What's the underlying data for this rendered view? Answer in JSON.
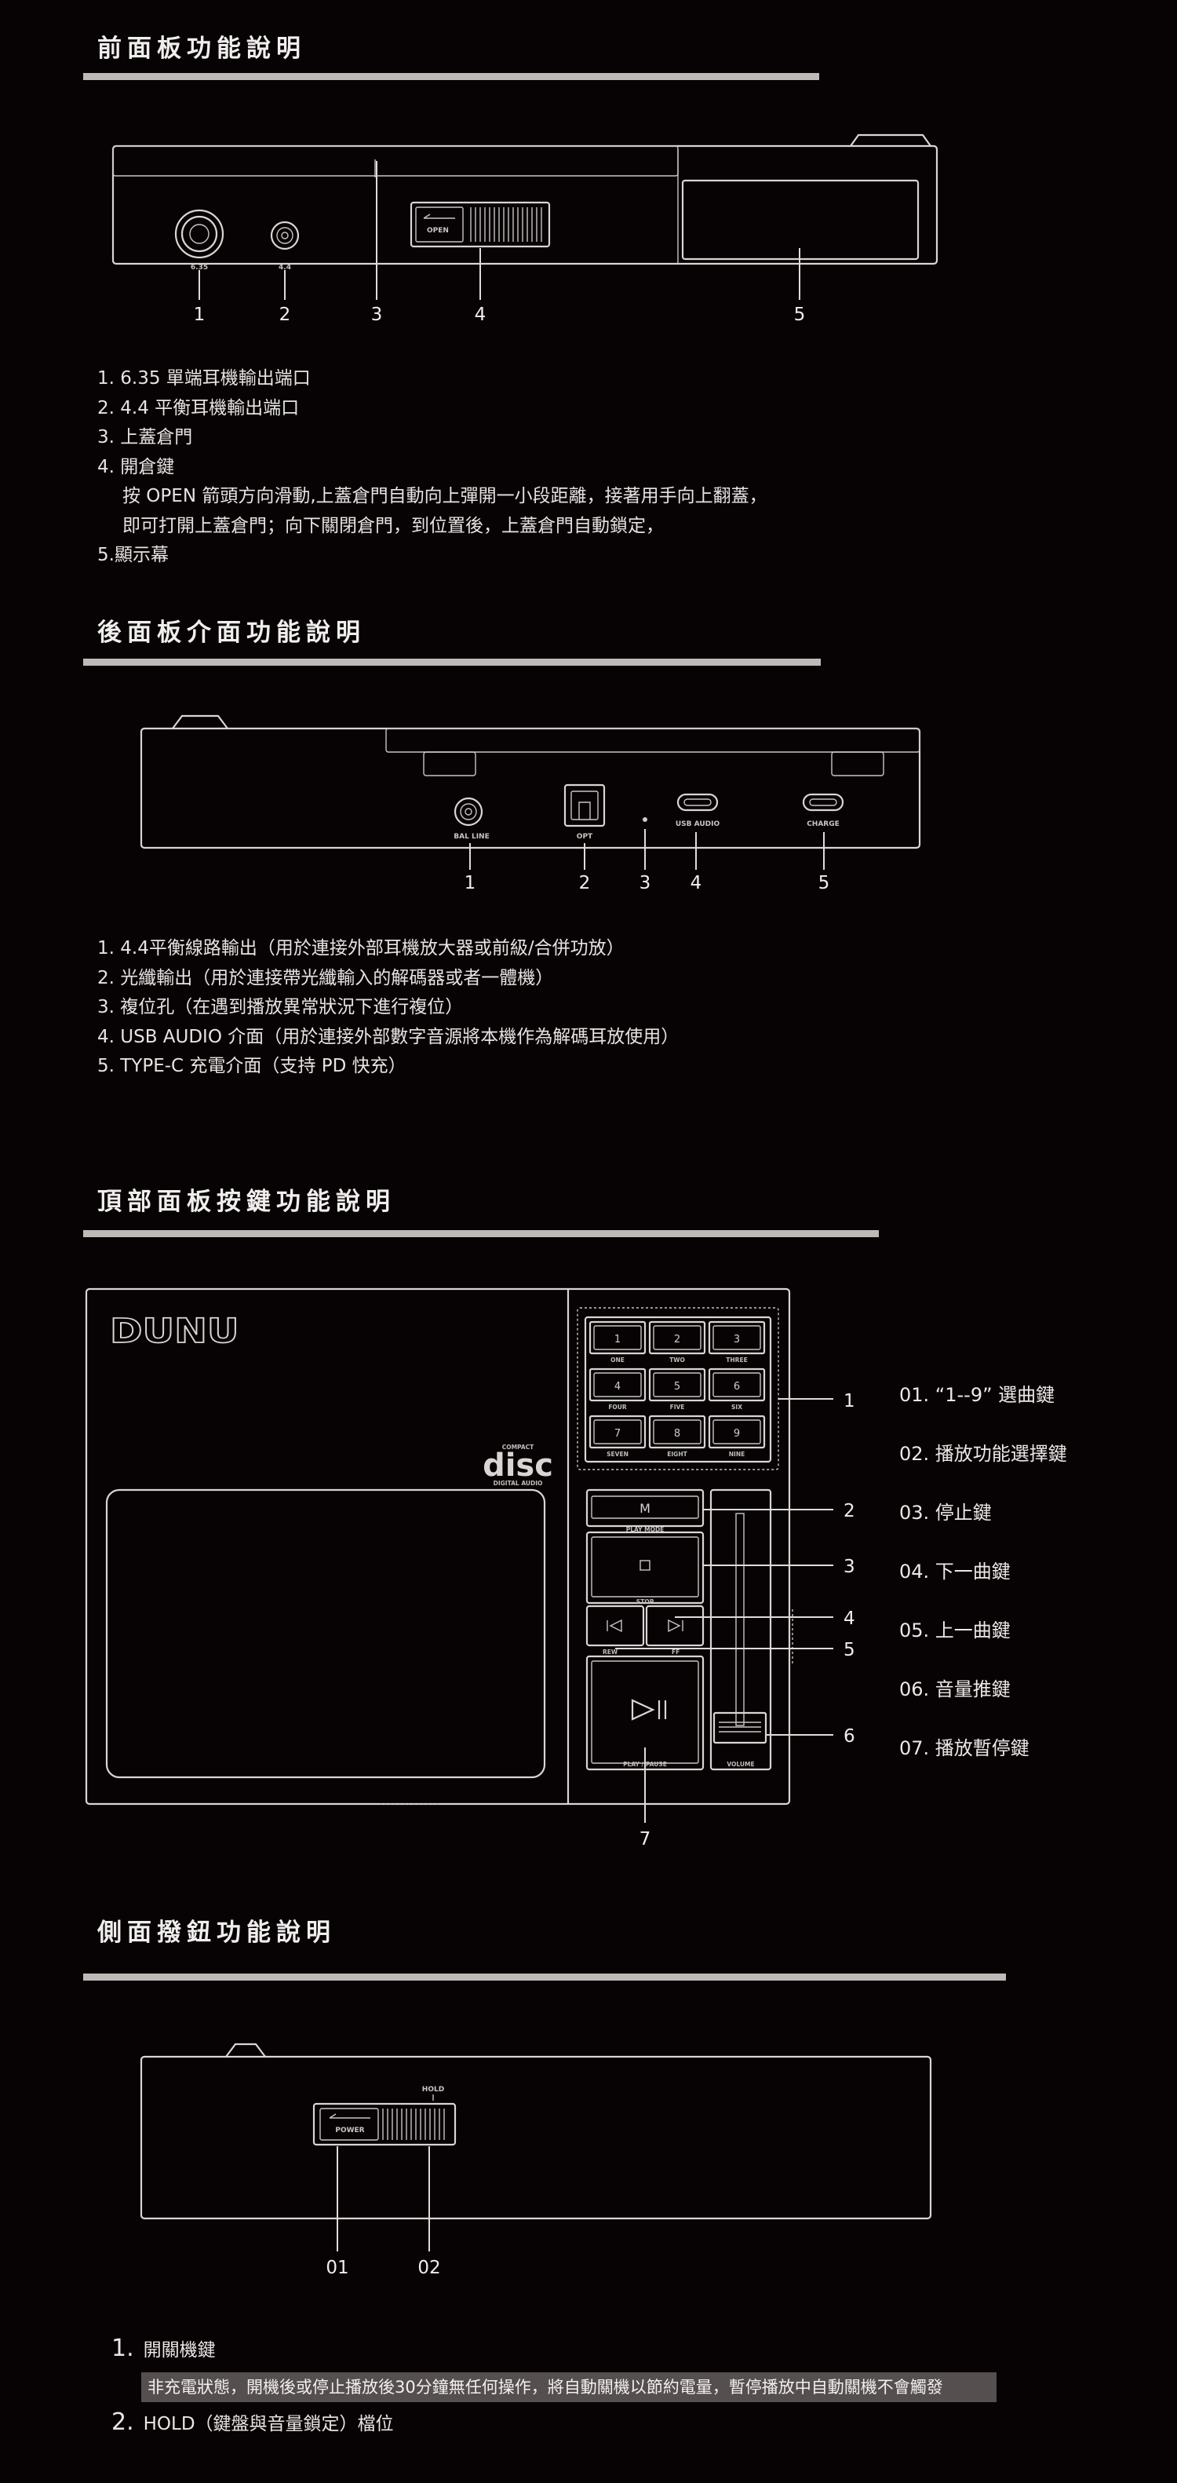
{
  "front": {
    "title": "前面板功能說明",
    "device_labels": {
      "jack_635": "6.35",
      "jack_44": "4.4",
      "open": "OPEN"
    },
    "callouts": [
      "1",
      "2",
      "3",
      "4",
      "5"
    ],
    "items": [
      "1. 6.35 單端耳機輸出端口",
      "2. 4.4 平衡耳機輸出端口",
      "3. 上蓋倉門",
      "4. 開倉鍵",
      "按 OPEN 箭頭方向滑動,上蓋倉門自動向上彈開一小段距離，接著用手向上翻蓋，",
      "即可打開上蓋倉門；向下關閉倉門，到位置後，上蓋倉門自動鎖定，",
      "5.顯示幕"
    ]
  },
  "rear": {
    "title": "後面板介面功能說明",
    "device_labels": {
      "bal_line": "BAL LINE",
      "opt": "OPT",
      "usb_audio": "USB AUDIO",
      "charge": "CHARGE"
    },
    "callouts": [
      "1",
      "2",
      "3",
      "4",
      "5"
    ],
    "items": [
      "1. 4.4平衡線路輸出（用於連接外部耳機放大器或前級/合併功放）",
      "2. 光纖輸出（用於連接帶光纖輸入的解碼器或者一體機）",
      "3. 複位孔（在遇到播放異常狀況下進行複位）",
      "4. USB AUDIO 介面（用於連接外部數字音源將本機作為解碼耳放使用）",
      "5. TYPE-C 充電介面（支持 PD 快充）"
    ]
  },
  "top": {
    "title": "頂部面板按鍵功能說明",
    "brand_logo": "DUNU",
    "disc_logo": {
      "top": "COMPACT",
      "main": "disc",
      "sub": "DIGITAL AUDIO"
    },
    "keypad": [
      {
        "digit": "1",
        "word": "ONE"
      },
      {
        "digit": "2",
        "word": "TWO"
      },
      {
        "digit": "3",
        "word": "THREE"
      },
      {
        "digit": "4",
        "word": "FOUR"
      },
      {
        "digit": "5",
        "word": "FIVE"
      },
      {
        "digit": "6",
        "word": "SIX"
      },
      {
        "digit": "7",
        "word": "SEVEN"
      },
      {
        "digit": "8",
        "word": "EIGHT"
      },
      {
        "digit": "9",
        "word": "NINE"
      }
    ],
    "buttons": {
      "mode": "M",
      "play_mode": "PLAY MODE",
      "stop": "STOP",
      "rew": "REW",
      "ff": "FF",
      "play_pause": "PLAY / PAUSE",
      "volume": "VOLUME"
    },
    "callouts": [
      "1",
      "2",
      "3",
      "4",
      "5",
      "6",
      "7"
    ],
    "legend": [
      "01. “1--9” 選曲鍵",
      "02. 播放功能選擇鍵",
      "03. 停止鍵",
      "04. 下一曲鍵",
      "05. 上一曲鍵",
      "06. 音量推鍵",
      "07. 播放暫停鍵"
    ]
  },
  "side": {
    "title": "側面撥鈕功能說明",
    "device_labels": {
      "hold": "HOLD",
      "power": "POWER"
    },
    "callouts": [
      "01",
      "02"
    ],
    "note1_num": "1.",
    "note1_title": "開關機鍵",
    "note1_detail": "非充電狀態，開機後或停止播放後30分鐘無任何操作，將自動關機以節約電量，暫停播放中自動關機不會觸發",
    "note2_num": "2.",
    "note2_title": "HOLD（鍵盤與音量鎖定）檔位"
  }
}
